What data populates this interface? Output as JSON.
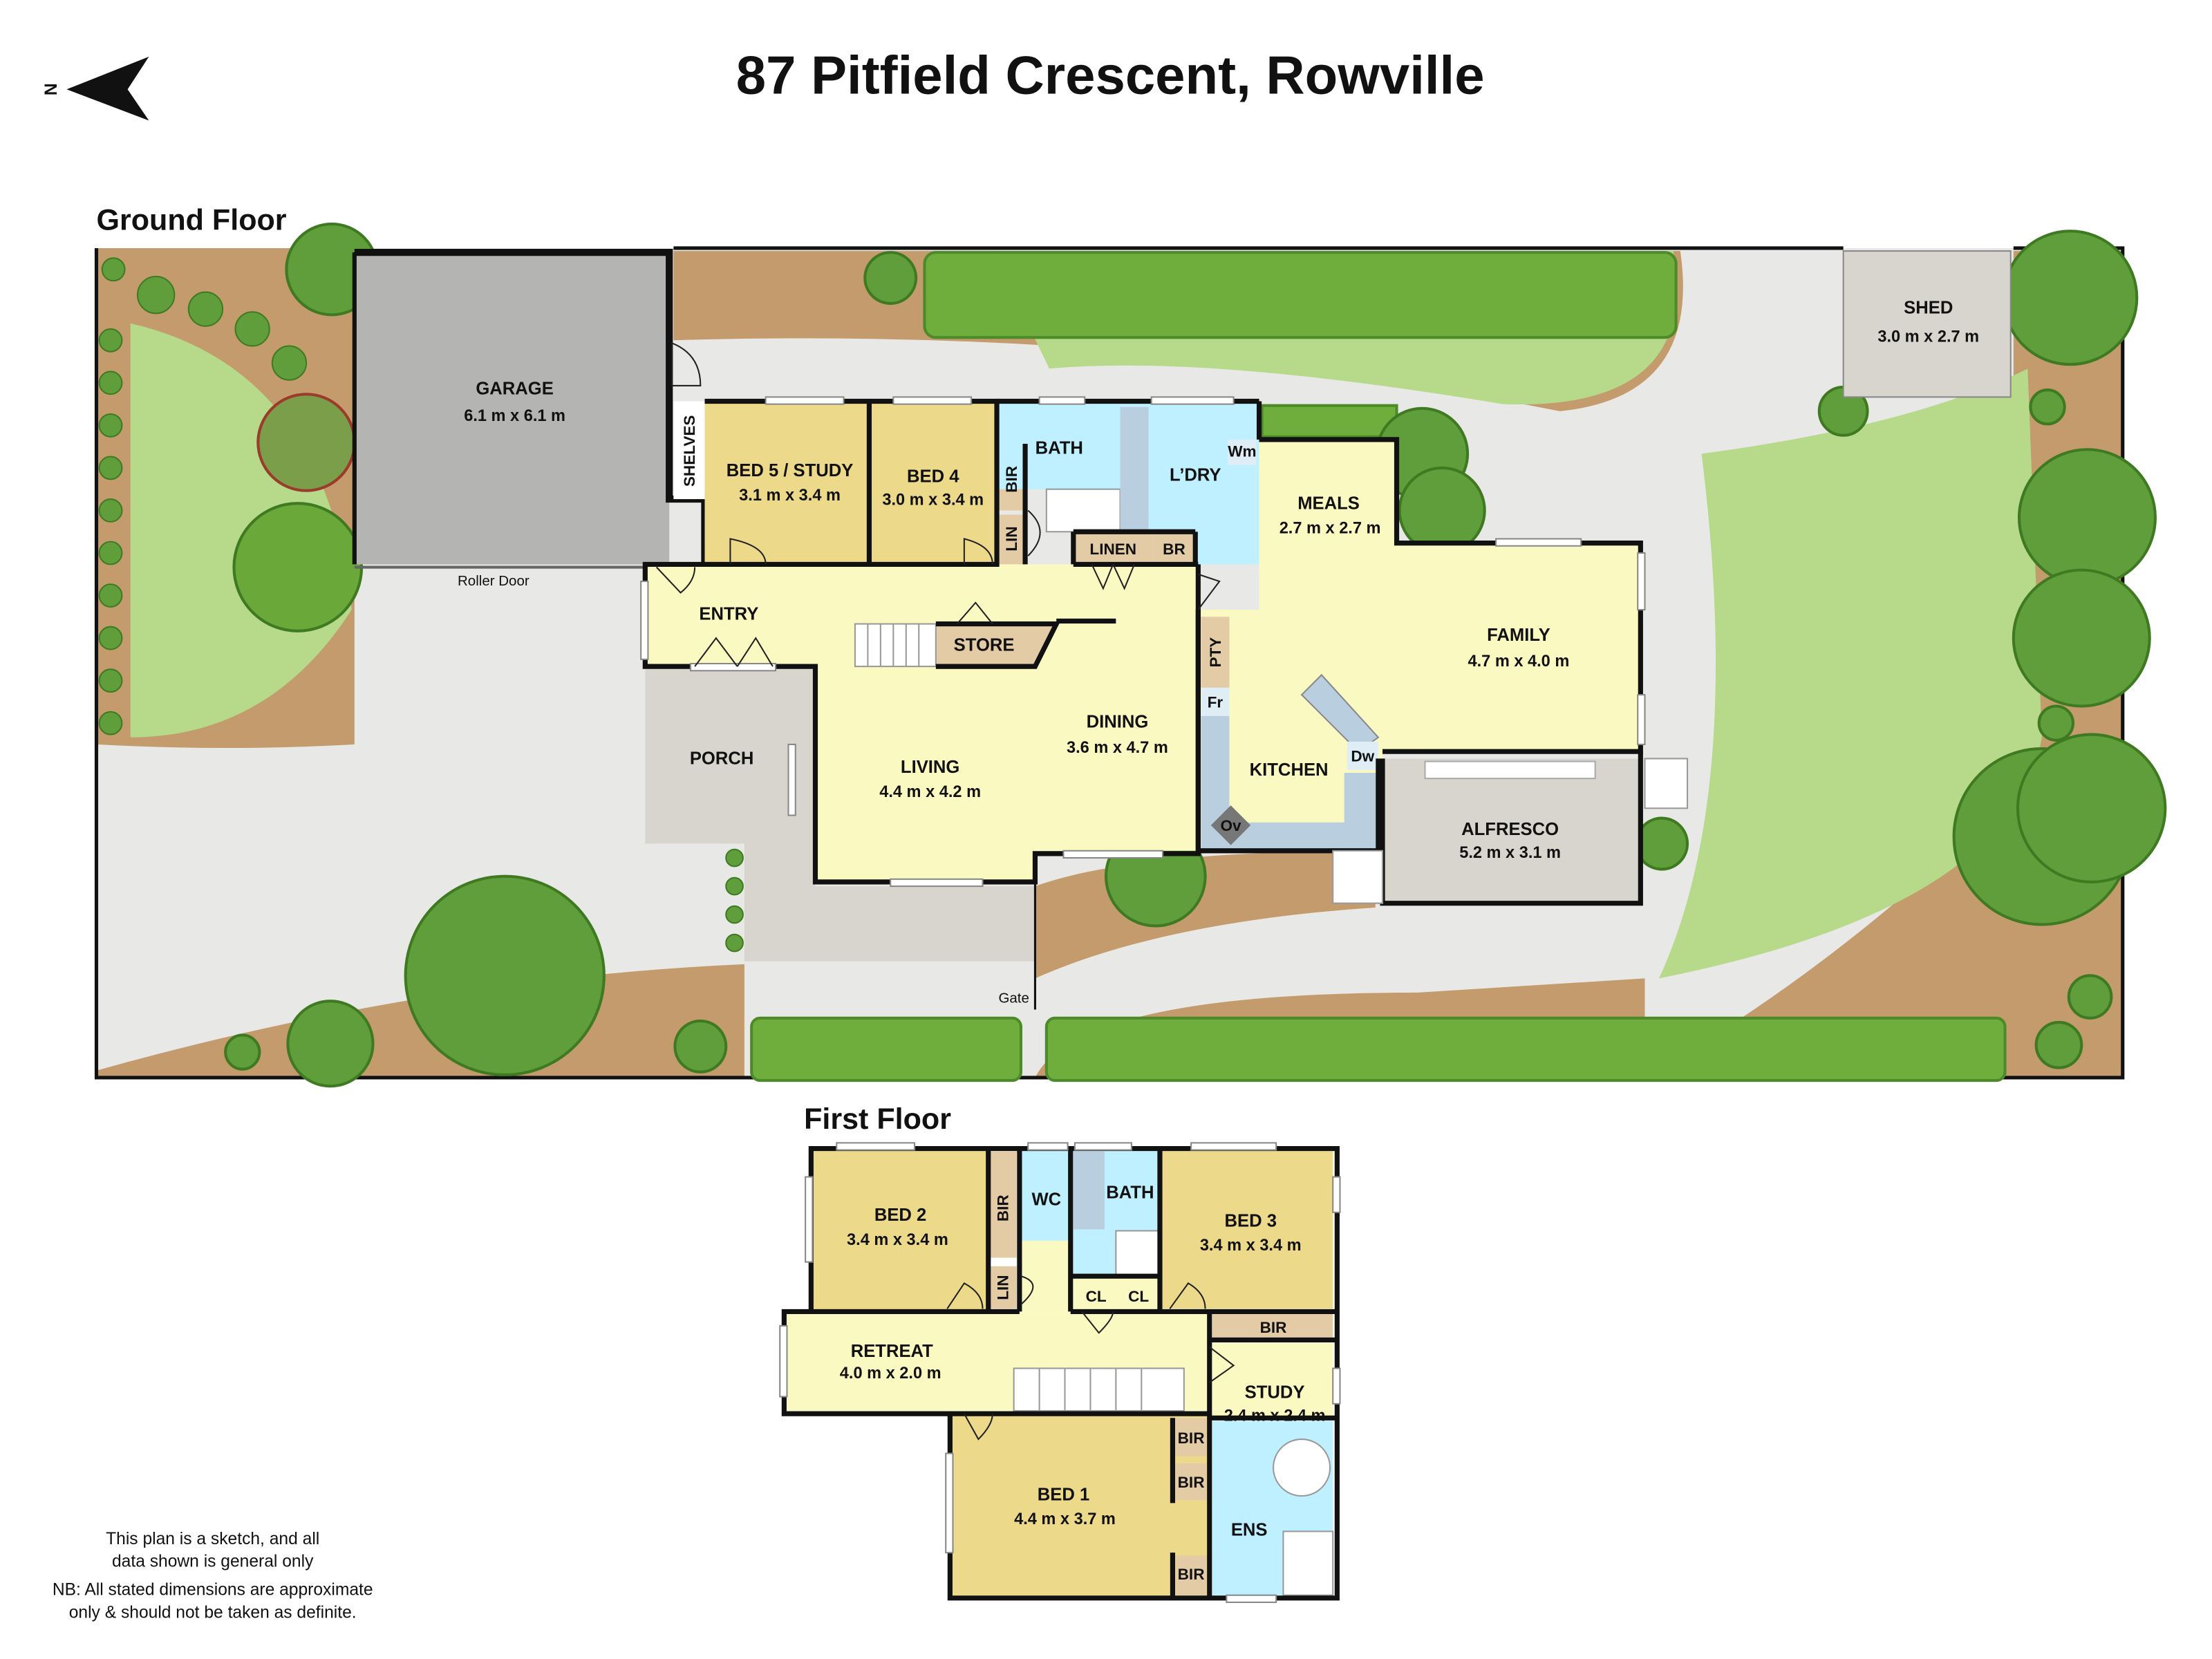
{
  "title": "87 Pitfield Crescent, Rowville",
  "compass": {
    "label": "N",
    "icon": "north-arrow-icon"
  },
  "ground_floor": {
    "label": "Ground Floor",
    "rooms": [
      {
        "name": "GARAGE",
        "dims": "6.1 m x 6.1 m"
      },
      {
        "name": "SHELVES"
      },
      {
        "name": "BED 5 / STUDY",
        "dims": "3.1 m x 3.4 m"
      },
      {
        "name": "BED 4",
        "dims": "3.0 m x 3.4 m"
      },
      {
        "name": "BIR"
      },
      {
        "name": "LIN"
      },
      {
        "name": "BATH"
      },
      {
        "name": "L’DRY"
      },
      {
        "name": "LINEN"
      },
      {
        "name": "BR"
      },
      {
        "name": "MEALS",
        "dims": "2.7 m x 2.7 m"
      },
      {
        "name": "FAMILY",
        "dims": "4.7 m x 4.0 m"
      },
      {
        "name": "ENTRY"
      },
      {
        "name": "STORE"
      },
      {
        "name": "PORCH"
      },
      {
        "name": "LIVING",
        "dims": "4.4 m x 4.2 m"
      },
      {
        "name": "DINING",
        "dims": "3.6 m x 4.7 m"
      },
      {
        "name": "PTY"
      },
      {
        "name": "Fr"
      },
      {
        "name": "KITCHEN"
      },
      {
        "name": "Dw"
      },
      {
        "name": "Ov"
      },
      {
        "name": "Wm"
      },
      {
        "name": "ALFRESCO",
        "dims": "5.2 m x 3.1 m"
      },
      {
        "name": "SHED",
        "dims": "3.0 m x 2.7 m"
      }
    ],
    "annotations": {
      "roller_door": "Roller Door",
      "gate": "Gate"
    }
  },
  "first_floor": {
    "label": "First Floor",
    "rooms": [
      {
        "name": "BED 2",
        "dims": "3.4 m x 3.4 m"
      },
      {
        "name": "BIR"
      },
      {
        "name": "LIN"
      },
      {
        "name": "WC"
      },
      {
        "name": "BATH"
      },
      {
        "name": "CL"
      },
      {
        "name": "CL"
      },
      {
        "name": "BED 3",
        "dims": "3.4 m x 3.4 m"
      },
      {
        "name": "BIR"
      },
      {
        "name": "RETREAT",
        "dims": "4.0 m x 2.0 m"
      },
      {
        "name": "STUDY",
        "dims": "2.4 m x 2.4 m"
      },
      {
        "name": "BED 1",
        "dims": "4.4 m x 3.7 m"
      },
      {
        "name": "BIR"
      },
      {
        "name": "BIR"
      },
      {
        "name": "BIR"
      },
      {
        "name": "ENS"
      }
    ]
  },
  "disclaimer": [
    "This plan is a sketch, and all",
    "data shown is general only",
    "NB: All stated dimensions are approximate",
    "only & should not be taken as definite."
  ],
  "colors": {
    "bedroom": "#ecd98a",
    "living": "#fbf9c2",
    "wet_area": "#bff0ff",
    "storage": "#e2cba5",
    "garage": "#b4b4b2",
    "outdoor": "#d8d5ce",
    "lawn": "#b6d98a",
    "garden_bed": "#c49b6c",
    "driveway": "#e8e8e6",
    "hedge": "#6fae3c"
  }
}
